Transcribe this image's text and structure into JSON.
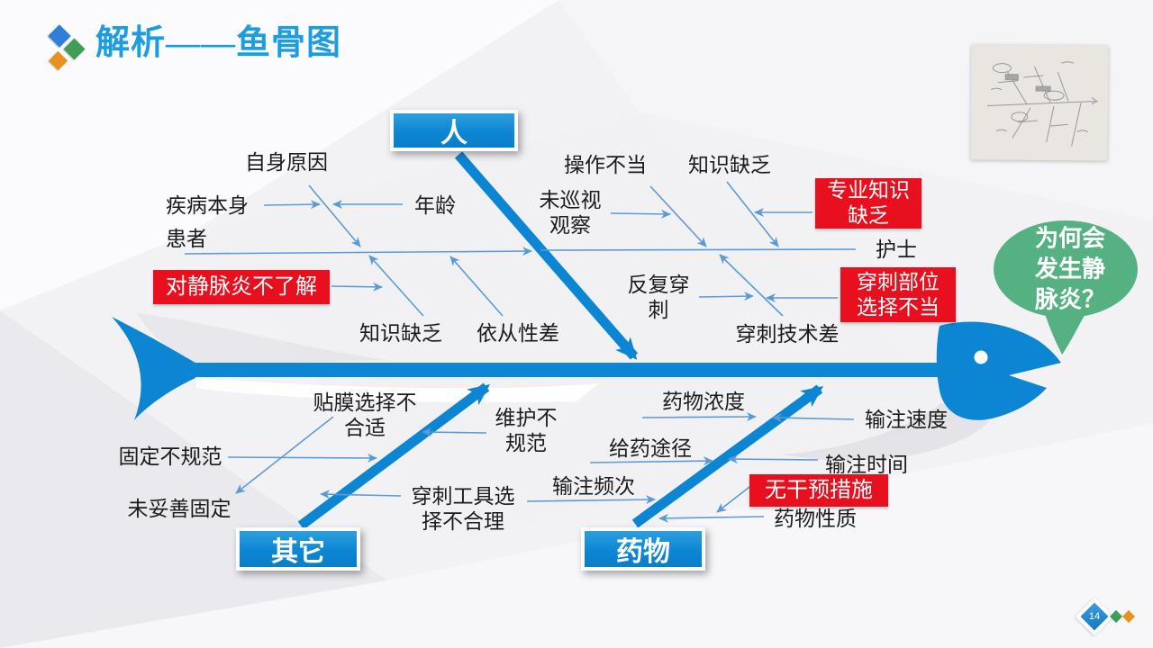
{
  "slide": {
    "title": "解析——鱼骨图",
    "page_number": "14"
  },
  "question_bubble": {
    "text": "为何会\n发生静\n脉炎？"
  },
  "categories": {
    "person": "人",
    "other": "其它",
    "drug": "药物"
  },
  "labels": {
    "self_cause": "自身原因",
    "disease_itself": "疾病本身",
    "age": "年龄",
    "patient": "患者",
    "improper_operation": "操作不当",
    "knowledge_lack": "知识缺乏",
    "no_inspection": "未巡视\n观察",
    "nurse": "护士",
    "repeated_puncture": "反复穿\n刺",
    "poor_puncture_skill": "穿刺技术差",
    "knowledge_lack_patient": "知识缺乏",
    "poor_compliance": "依从性差",
    "film_choice": "贴膜选择不\n合适",
    "fixation_nonstandard": "固定不规范",
    "improper_fixation": "未妥善固定",
    "maintenance_nonstandard": "维护不\n规范",
    "tool_choice": "穿刺工具选\n择不合理",
    "infusion_frequency": "输注频次",
    "admin_route": "给药途径",
    "drug_concentration": "药物浓度",
    "infusion_speed": "输注速度",
    "infusion_time": "输注时间",
    "drug_property": "药物性质"
  },
  "red_causes": {
    "no_understanding": "对静脉炎不了解",
    "professional_knowledge": "专业知识\n缺乏",
    "puncture_site": "穿刺部位\n选择不当",
    "no_intervention": "无干预措施"
  },
  "colors": {
    "bone_blue": "#0c86d3",
    "thin_arrow": "#5b9bd5",
    "title_blue": "#1e9ce0",
    "cause_red": "#e8101e",
    "bubble_green": "#55b181"
  }
}
